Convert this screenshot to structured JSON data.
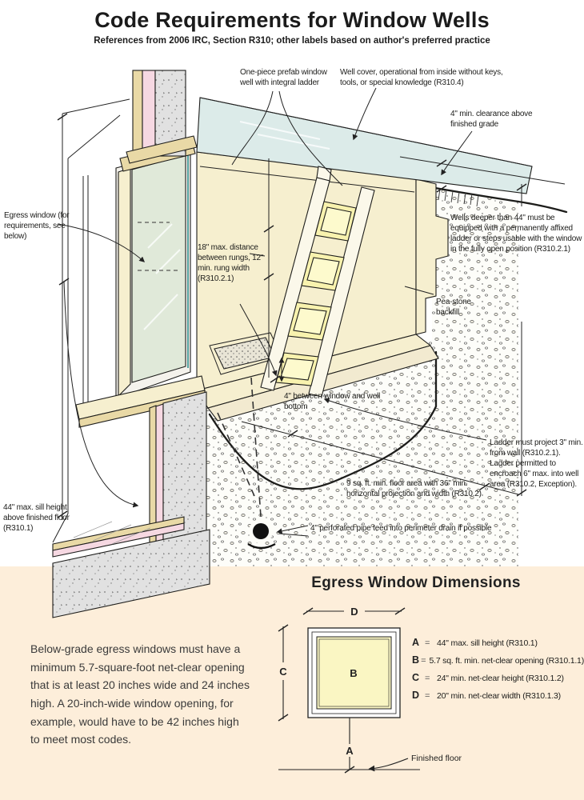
{
  "header": {
    "title": "Code Requirements for Window Wells",
    "subtitle": "References from 2006 IRC, Section R310; other labels based on author's preferred practice"
  },
  "illustration": {
    "labels": {
      "prefab_well": "One-piece prefab window well with integral ladder",
      "well_cover": "Well cover, operational from inside without keys, tools, or special knowledge (R310.4)",
      "clearance": "4\" min. clearance above finished grade",
      "egress_window": "Egress window (for requirements, see below)",
      "rungs": "18\" max. distance between rungs, 12\" min. rung width (R310.2.1)",
      "wells_deeper": "Wells deeper than 44\" must be equipped with a permanently affixed ladder or steps usable with the window in the fully open position (R310.2.1)",
      "pea_stone": "Pea-stone backfill",
      "window_bottom": "4\" between window and well bottom",
      "ladder_project": "Ladder must project 3\" min. from wall (R310.2.1). Ladder permitted to encroach 6\" max. into well area (R310.2, Exception).",
      "floor_area": "9 sq. ft. min. floor area with 36\" min. horizontal projection and width (R310.2)",
      "sill_height": "44\" max. sill height above finished floor (R310.1)",
      "pipe": "4\" perforated pipe teed into perimeter drain if possible"
    }
  },
  "panel": {
    "title": "Egress Window Dimensions",
    "paragraph": "Below-grade egress windows must have a minimum 5.7-square-foot net-clear opening that is at least 20 inches wide and 24 inches high. A 20-inch-wide window opening, for example, would have to be 42 inches high to meet most codes.",
    "equals_sign": "=",
    "legend": [
      {
        "key": "A",
        "value": "44\" max. sill height (R310.1)"
      },
      {
        "key": "B",
        "value": "5.7 sq. ft. min. net-clear opening (R310.1.1)"
      },
      {
        "key": "C",
        "value": "24\" min. net-clear height (R310.1.2)"
      },
      {
        "key": "D",
        "value": "20\" min. net-clear width (R310.1.3)"
      }
    ],
    "diagram": {
      "a": "A",
      "b": "B",
      "c": "C",
      "d": "D",
      "finished_floor": "Finished floor"
    }
  },
  "colors": {
    "panel_bg": "#fdeeda",
    "well_cream": "#f6efcf",
    "cover_blue": "#dcebe9",
    "glass_green": "#e0e9d9",
    "insulation_pink": "#f6d8e2",
    "rung_yellow": "#f8f2ae",
    "diagram_yellow": "#faf6c3",
    "concrete_gray": "#e1e1e1"
  }
}
